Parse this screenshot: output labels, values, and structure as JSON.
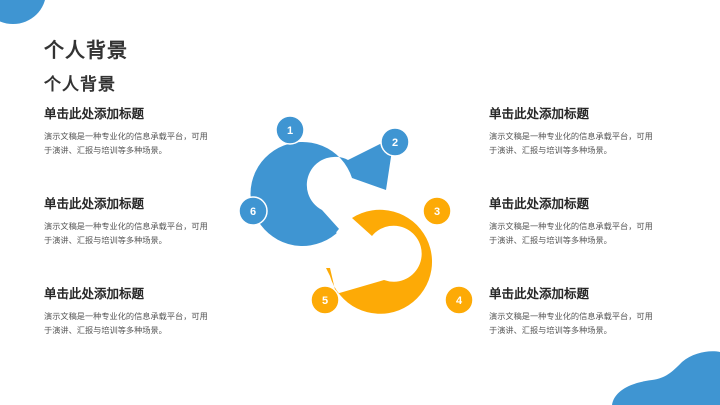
{
  "header": {
    "title": "个人背景",
    "subtitle": "个人背景"
  },
  "items": [
    {
      "title": "单击此处添加标题",
      "desc_line1": "演示文稿是一种专业化的信息承载平台，可用",
      "desc_line2": "于演讲、汇报与培训等多种场景。"
    },
    {
      "title": "单击此处添加标题",
      "desc_line1": "演示文稿是一种专业化的信息承载平台，可用",
      "desc_line2": "于演讲、汇报与培训等多种场景。"
    },
    {
      "title": "单击此处添加标题",
      "desc_line1": "演示文稿是一种专业化的信息承载平台，可用",
      "desc_line2": "于演讲、汇报与培训等多种场景。"
    },
    {
      "title": "单击此处添加标题",
      "desc_line1": "演示文稿是一种专业化的信息承载平台，可用",
      "desc_line2": "于演讲、汇报与培训等多种场景。"
    },
    {
      "title": "单击此处添加标题",
      "desc_line1": "演示文稿是一种专业化的信息承载平台，可用",
      "desc_line2": "于演讲、汇报与培训等多种场景。"
    },
    {
      "title": "单击此处添加标题",
      "desc_line1": "演示文稿是一种专业化的信息承载平台，可用",
      "desc_line2": "于演讲、汇报与培训等多种场景。"
    }
  ],
  "diagram": {
    "markers": [
      "1",
      "2",
      "3",
      "4",
      "5",
      "6"
    ],
    "colors": {
      "blue": "#3f95d2",
      "orange": "#fdaa06"
    }
  }
}
